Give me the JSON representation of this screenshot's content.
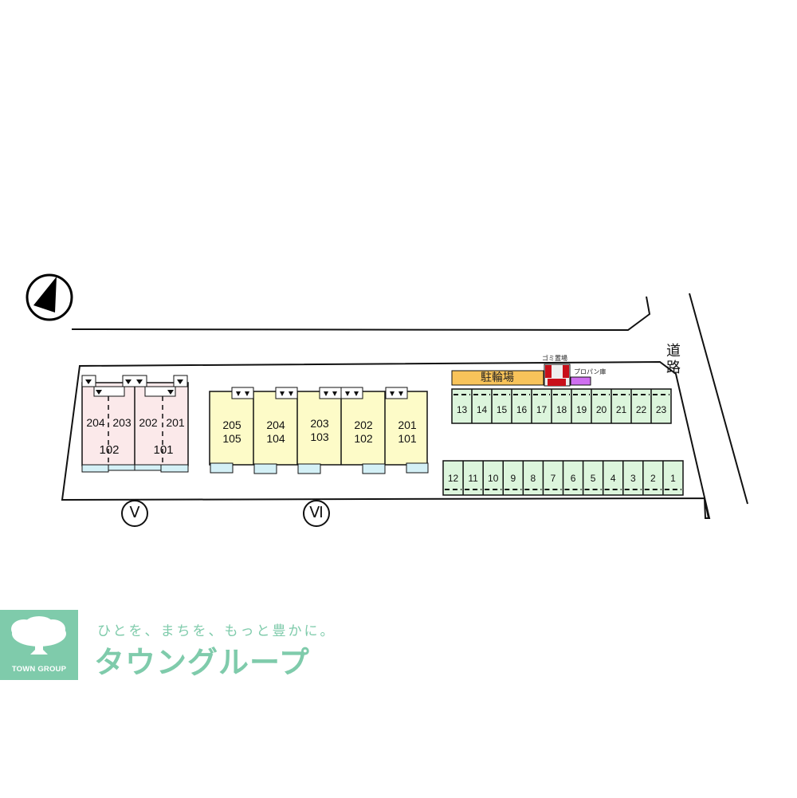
{
  "map": {
    "type": "site-layout-plan",
    "north_arrow": {
      "icon": "north-arrow-icon"
    },
    "road_label": "道路",
    "bicycle_parking_label": "駐輪場",
    "garbage_area_label": "ゴミ置場",
    "propane_storage_label": "プロパン庫",
    "colors": {
      "building_v": "#fbe9ea",
      "building_vi": "#fdfbc8",
      "parking": "#dcf5dc",
      "balcony": "#d4f0f6",
      "bicycle": "#f8c35a",
      "garbage": "#c8101a",
      "propane": "#cf6ef0",
      "brand": "#7fcbab"
    },
    "buildings": [
      {
        "id": "V",
        "mark": "Ⅴ",
        "units": [
          {
            "upper": "204",
            "lower": "",
            "id": "u204"
          },
          {
            "upper": "203",
            "lower": "102",
            "id": "u203"
          },
          {
            "upper": "202",
            "lower": "",
            "id": "u202"
          },
          {
            "upper": "201",
            "lower": "101",
            "id": "u201"
          }
        ],
        "labels": [
          "204",
          "203",
          "202",
          "201",
          "102",
          "101"
        ]
      },
      {
        "id": "VI",
        "mark": "Ⅵ",
        "units": [
          {
            "upper": "205",
            "lower": "105"
          },
          {
            "upper": "204",
            "lower": "104"
          },
          {
            "upper": "203",
            "lower": "103"
          },
          {
            "upper": "202",
            "lower": "102"
          },
          {
            "upper": "201",
            "lower": "101"
          }
        ]
      }
    ],
    "parking_top_row": [
      "13",
      "14",
      "15",
      "16",
      "17",
      "18",
      "19",
      "20",
      "21",
      "22",
      "23"
    ],
    "parking_bottom_row": [
      "12",
      "11",
      "10",
      "9",
      "8",
      "7",
      "6",
      "5",
      "4",
      "3",
      "2",
      "1"
    ]
  },
  "branding": {
    "logo_text": "TOWN GROUP",
    "tagline": "ひとを、まちを、もっと豊かに。",
    "name": "タウングループ"
  }
}
